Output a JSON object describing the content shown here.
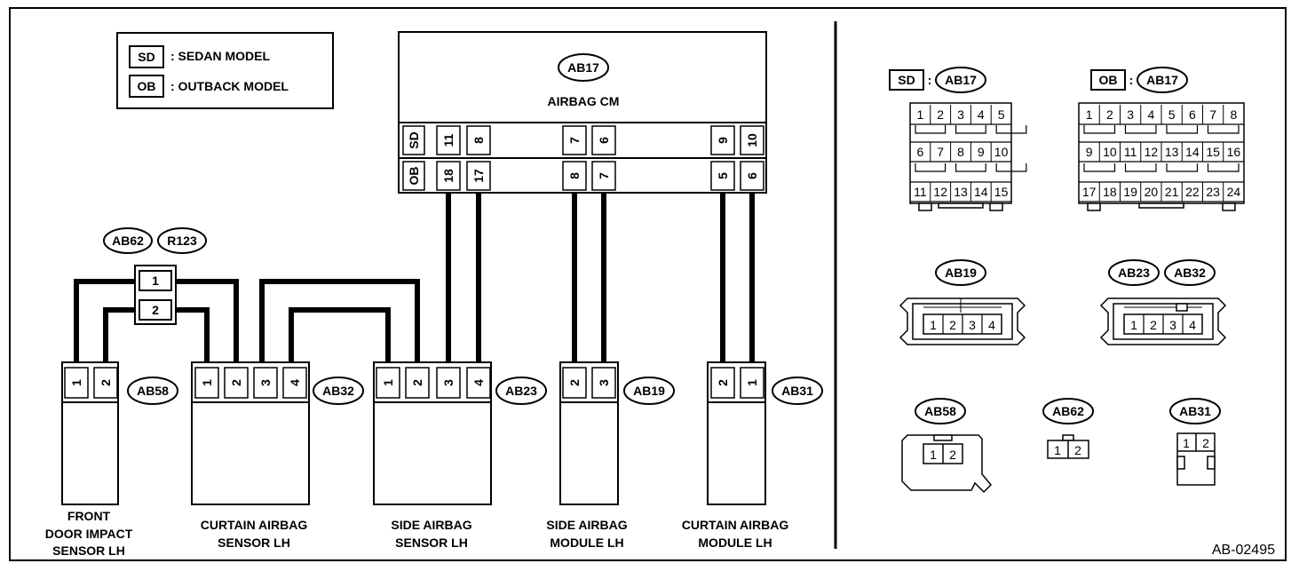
{
  "legend": {
    "sd_tag": "SD",
    "sd_text": ": SEDAN MODEL",
    "ob_tag": "OB",
    "ob_text": ": OUTBACK MODEL"
  },
  "airbag_cm": {
    "connector": "AB17",
    "title": "AIRBAG CM",
    "sd_row_label": "SD",
    "ob_row_label": "OB",
    "sd_pins": [
      "11",
      "8",
      "7",
      "6",
      "9",
      "10"
    ],
    "ob_pins": [
      "18",
      "17",
      "8",
      "7",
      "5",
      "6"
    ]
  },
  "joint": {
    "connectors": [
      "AB62",
      "R123"
    ],
    "pins": [
      "1",
      "2"
    ]
  },
  "components": [
    {
      "id": "AB58",
      "pins": [
        "1",
        "2"
      ],
      "label": [
        "FRONT",
        "DOOR IMPACT",
        "SENSOR LH"
      ]
    },
    {
      "id": "AB32",
      "pins": [
        "1",
        "2",
        "3",
        "4"
      ],
      "label": [
        "CURTAIN AIRBAG",
        "SENSOR LH"
      ]
    },
    {
      "id": "AB23",
      "pins": [
        "1",
        "2",
        "3",
        "4"
      ],
      "label": [
        "SIDE AIRBAG",
        "SENSOR LH"
      ]
    },
    {
      "id": "AB19",
      "pins": [
        "2",
        "3"
      ],
      "label": [
        "SIDE AIRBAG",
        "MODULE LH"
      ]
    },
    {
      "id": "AB31",
      "pins": [
        "2",
        "1"
      ],
      "label": [
        "CURTAIN AIRBAG",
        "MODULE LH"
      ]
    }
  ],
  "views": {
    "sd_ab17": {
      "tag": "SD",
      "sep": ":",
      "connector": "AB17",
      "rows": [
        [
          "1",
          "2",
          "3",
          "4",
          "5"
        ],
        [
          "6",
          "7",
          "8",
          "9",
          "10"
        ],
        [
          "11",
          "12",
          "13",
          "14",
          "15"
        ]
      ]
    },
    "ob_ab17": {
      "tag": "OB",
      "sep": ":",
      "connector": "AB17",
      "rows": [
        [
          "1",
          "2",
          "3",
          "4",
          "5",
          "6",
          "7",
          "8"
        ],
        [
          "9",
          "10",
          "11",
          "12",
          "13",
          "14",
          "15",
          "16"
        ],
        [
          "17",
          "18",
          "19",
          "20",
          "21",
          "22",
          "23",
          "24"
        ]
      ]
    },
    "ab19": {
      "connectors": [
        "AB19"
      ],
      "pins": [
        "1",
        "2",
        "3",
        "4"
      ]
    },
    "ab23_ab32": {
      "connectors": [
        "AB23",
        "AB32"
      ],
      "pins": [
        "1",
        "2",
        "3",
        "4"
      ]
    },
    "ab58": {
      "connector": "AB58",
      "pins": [
        "1",
        "2"
      ]
    },
    "ab62": {
      "connector": "AB62",
      "pins": [
        "1",
        "2"
      ]
    },
    "ab31": {
      "connector": "AB31",
      "pins": [
        "1",
        "2"
      ]
    }
  },
  "figure_code": "AB-02495"
}
